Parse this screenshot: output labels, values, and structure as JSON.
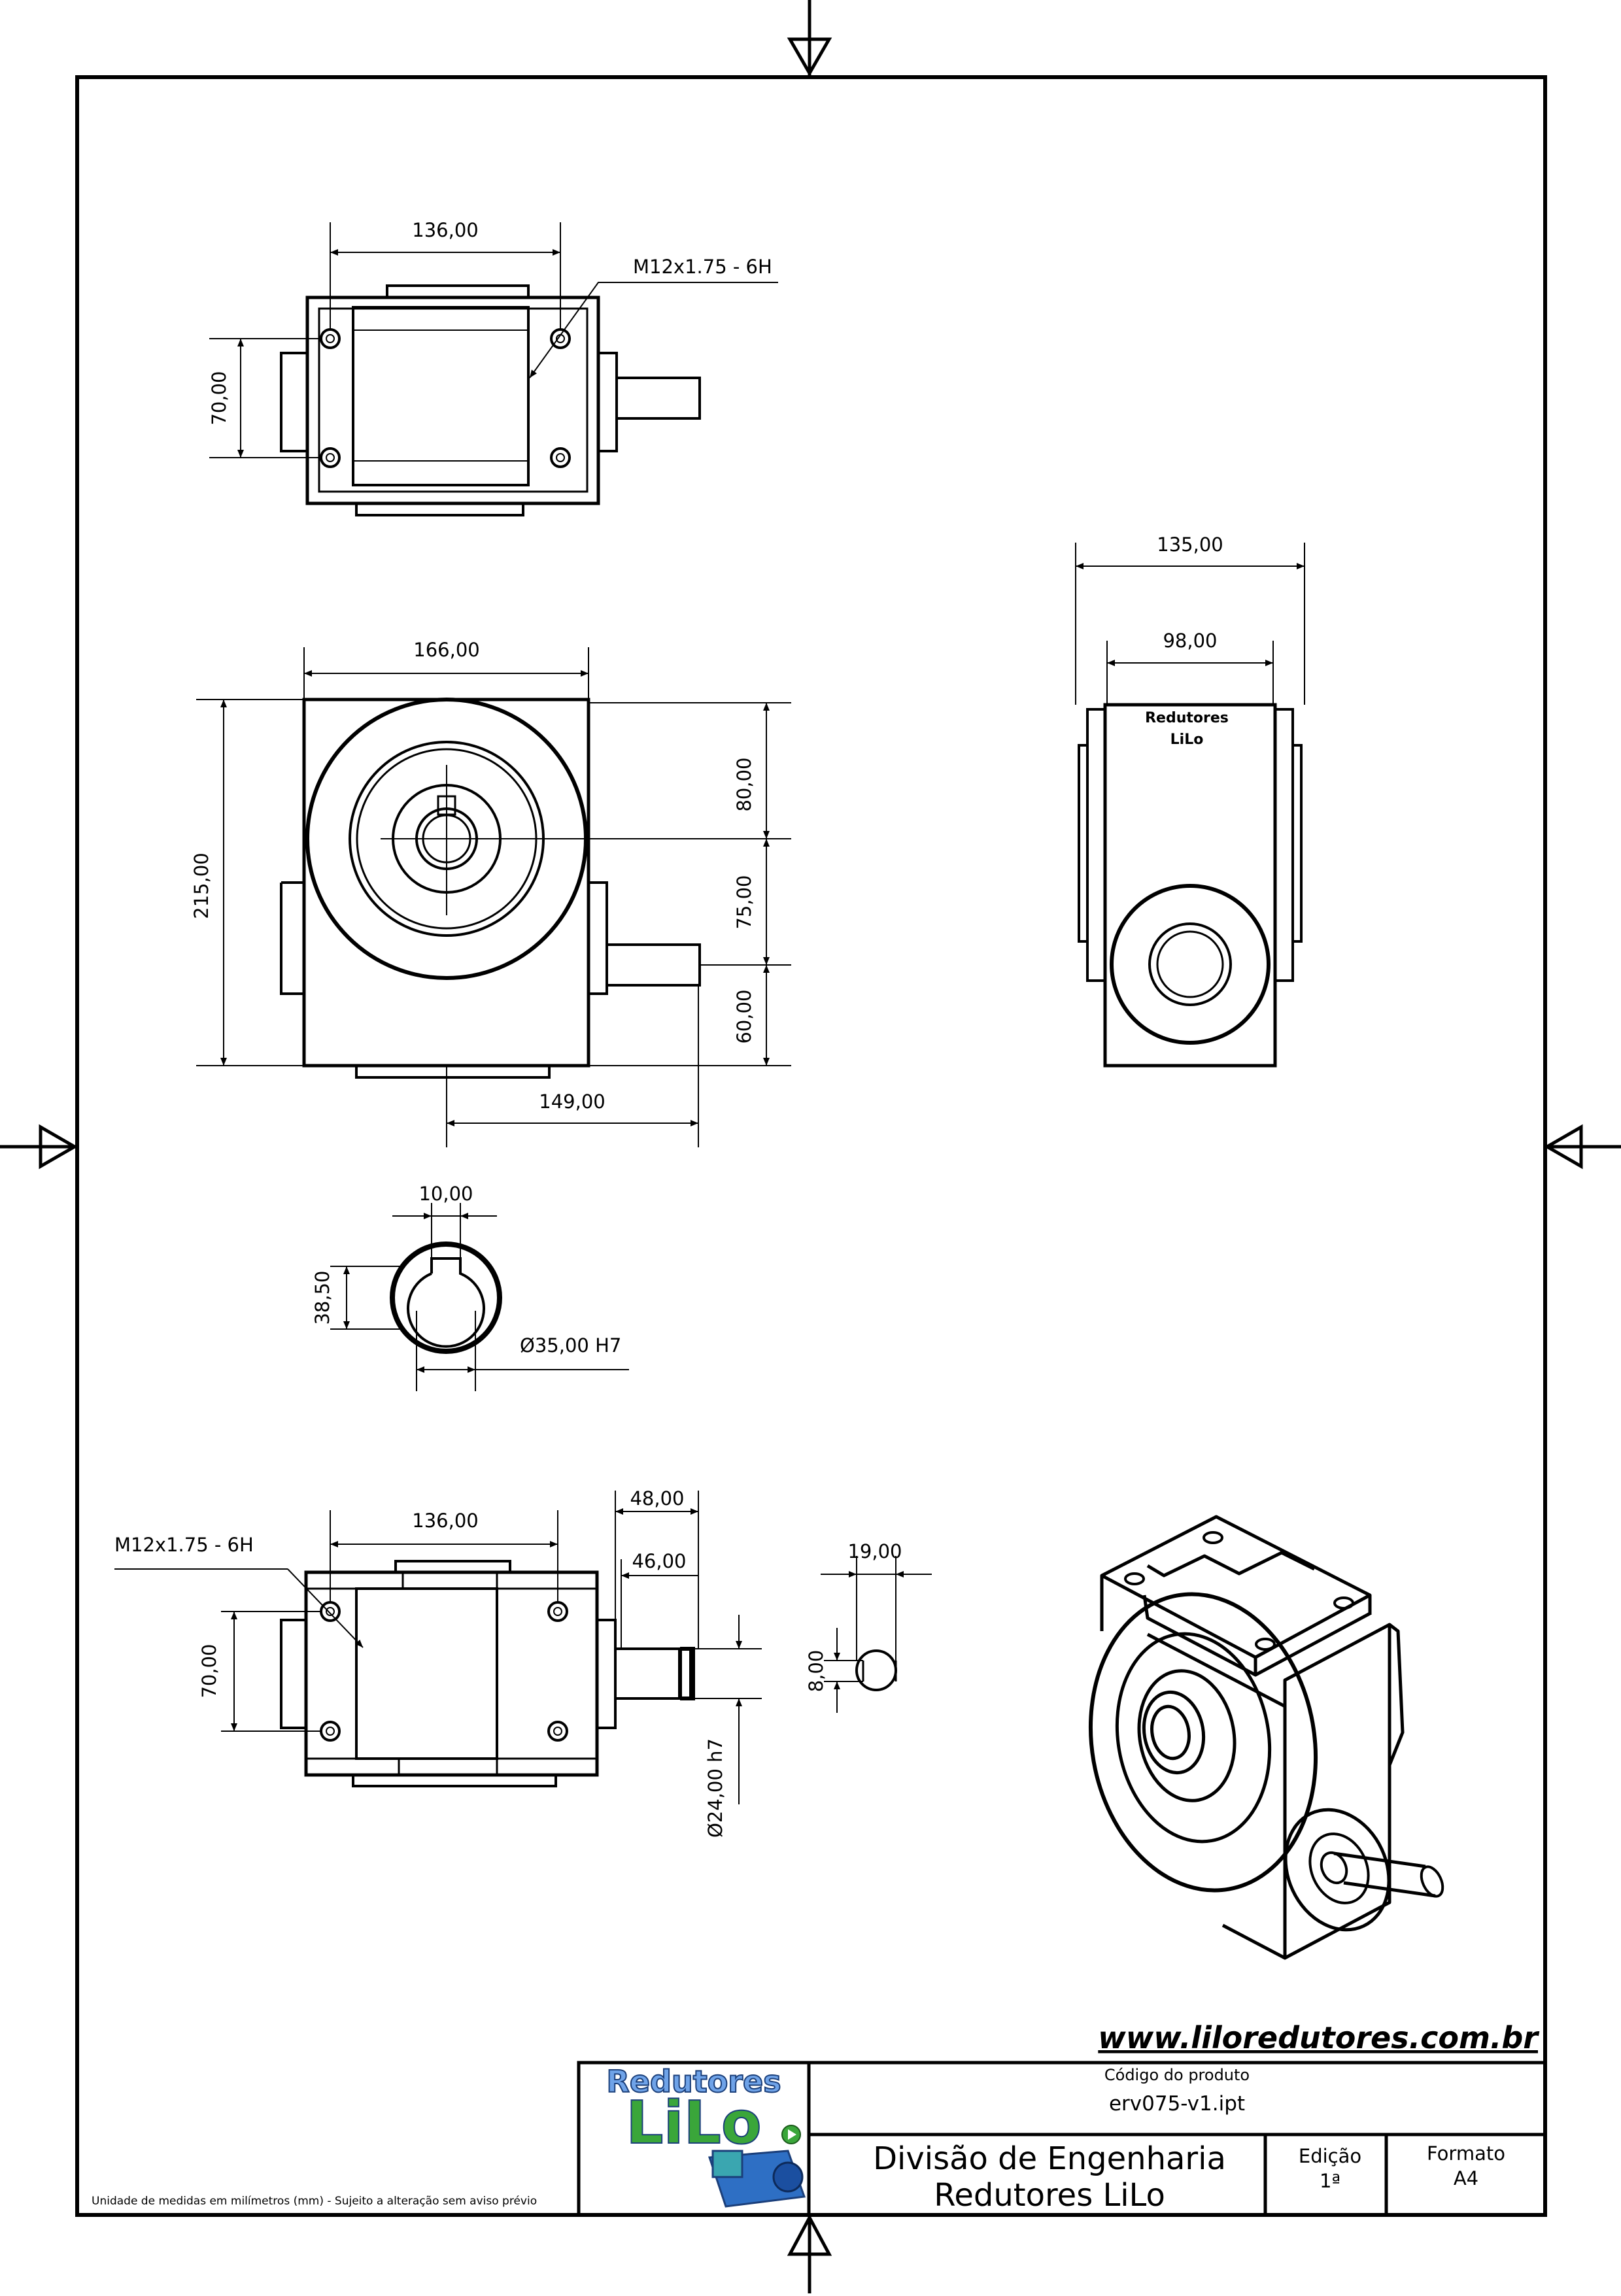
{
  "views": {
    "top": {
      "width": "136,00",
      "spacing": "70,00",
      "thread": "M12x1.75 - 6H"
    },
    "front": {
      "width": "166,00",
      "height": "215,00",
      "upper": "80,00",
      "middle": "75,00",
      "lower": "60,00",
      "offset": "149,00"
    },
    "side": {
      "outer": "135,00",
      "inner": "98,00",
      "engraving": [
        "Redutores",
        "LiLo"
      ]
    },
    "bore": {
      "keyway": "10,00",
      "depth": "38,50",
      "diameter": "Ø35,00 H7"
    },
    "bottom": {
      "width": "136,00",
      "spacing": "70,00",
      "thread": "M12x1.75 - 6H",
      "shaft_outer": "48,00",
      "shaft_inner": "46,00",
      "shaft_diameter": "Ø24,00 h7"
    },
    "key": {
      "width": "19,00",
      "height": "8,00"
    }
  },
  "title_block": {
    "url": "www.liloredutores.com.br",
    "logo": {
      "line1": "Redutores",
      "line2": "LiLo"
    },
    "code_label": "Código do produto",
    "code_value": "erv075-v1.ipt",
    "department_line1": "Divisão de Engenharia",
    "department_line2": "Redutores LiLo",
    "edition_label": "Edição",
    "edition_value": "1ª",
    "format_label": "Formato",
    "format_value": "A4",
    "footnote": "Unidade de medidas em milímetros (mm) - Sujeito a alteração sem aviso prévio"
  },
  "colors": {
    "line": "#000000",
    "logo_blue": "#3a7bd5",
    "logo_green": "#3aa63a"
  }
}
